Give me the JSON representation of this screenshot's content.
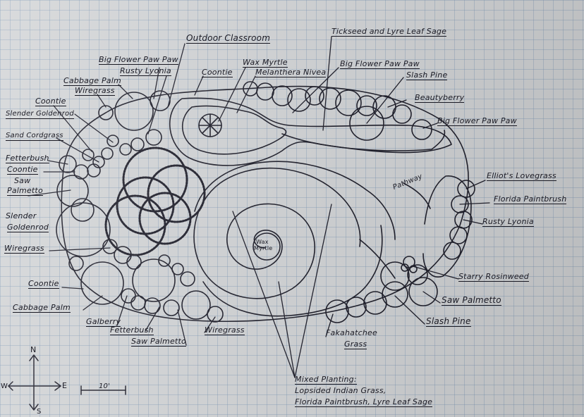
{
  "labels": {
    "outdoor_classroom": "Outdoor Classroom",
    "tickseed": "Tickseed and Lyre Leaf Sage",
    "big_flower_paw_paw_1": "Big Flower Paw Paw",
    "rusty_lyonia_1": "Rusty Lyonia",
    "coontie_1": "Coontie",
    "wax_myrtle": "Wax Myrtle",
    "melanthera": "Melanthera Nivea",
    "big_flower_paw_paw_2": "Big Flower Paw Paw",
    "cabbage_palm_1": "Cabbage Palm",
    "wiregrass_1": "Wiregrass",
    "slash_pine_1": "Slash Pine",
    "coontie_2": "Coontie",
    "beautyberry": "Beautyberry",
    "slender_goldenrod_1": "Slender Goldenrod",
    "big_flower_paw_paw_3": "Big Flower Paw Paw",
    "sand_cordgrass": "Sand Cordgrass",
    "fetterbush_1": "Fetterbush",
    "coontie_3": "Coontie",
    "saw_palmetto_1a": "Saw",
    "saw_palmetto_1b": "Palmetto",
    "elliots_lovegrass": "Elliot's Lovegrass",
    "pathway": "Pathway",
    "florida_paintbrush": "Florida Paintbrush",
    "slender_goldenrod_2a": "Slender",
    "slender_goldenrod_2b": "Goldenrod",
    "rusty_lyonia_2": "Rusty Lyonia",
    "wiregrass_2": "Wiregrass",
    "wax_myrtle_center_a": "Wax",
    "wax_myrtle_center_b": "Myrtle",
    "starry_rosinweed": "Starry Rosinweed",
    "coontie_4": "Coontie",
    "saw_palmetto_2": "Saw Palmetto",
    "cabbage_palm_2": "Cabbage Palm",
    "gallberry": "Galberry",
    "slash_pine_2": "Slash Pine",
    "fetterbush_2": "Fetterbush",
    "saw_palmetto_3": "Saw Palmetto",
    "wiregrass_3": "Wiregrass",
    "fakahatchee_a": "Fakahatchee",
    "fakahatchee_b": "Grass",
    "mixed_1": "Mixed Planting:",
    "mixed_2": "Lopsided Indian Grass,",
    "mixed_3": "Florida Paintbrush, Lyre Leaf Sage"
  },
  "compass": {
    "north": "N",
    "east": "E",
    "west": "W",
    "south": "S"
  },
  "scale": {
    "text": "10'"
  }
}
